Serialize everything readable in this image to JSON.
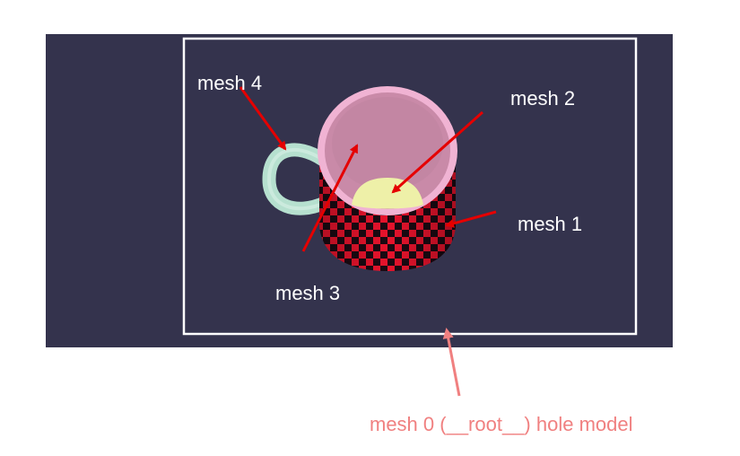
{
  "labels": {
    "mesh4": "mesh 4",
    "mesh2": "mesh 2",
    "mesh1": "mesh 1",
    "mesh3": "mesh 3",
    "mesh0": "mesh 0 (__root__) hole model"
  },
  "colors": {
    "viewport_bg": "#34334d",
    "frame": "#ffffff",
    "arrow": "#e50000",
    "root_arrow": "#f08080",
    "root_label": "#f08080",
    "mug_body_red": "#e8132c",
    "mug_body_dark": "#1a0a12",
    "mug_interior": "#c98aa8",
    "mug_rim": "#f0b3d3",
    "liquid": "#eef0a8",
    "handle": "#b6e0cf"
  }
}
